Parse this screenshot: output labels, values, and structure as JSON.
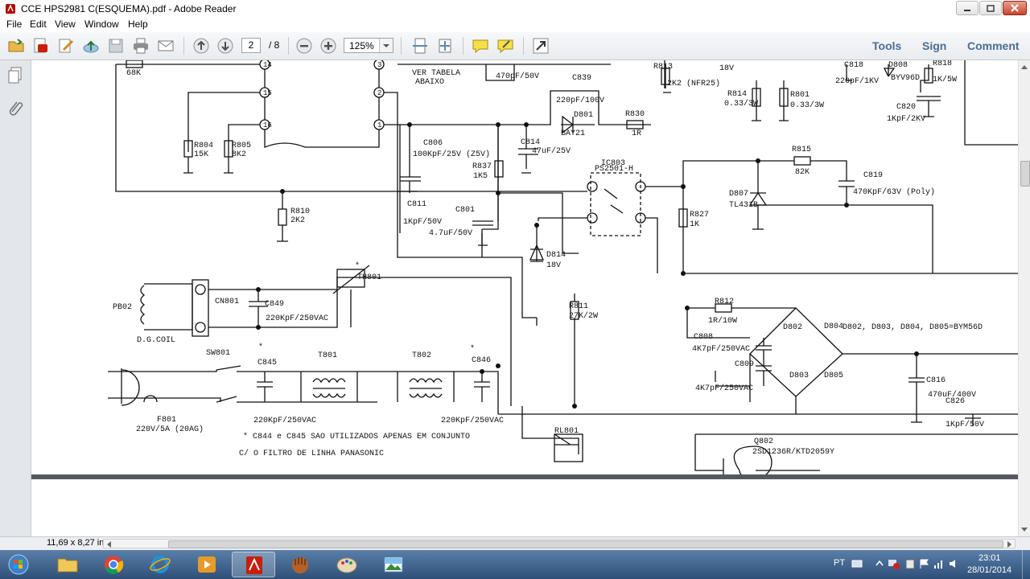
{
  "window": {
    "title": "CCE HPS2981 C(ESQUEMA).pdf - Adobe Reader"
  },
  "menu": [
    "File",
    "Edit",
    "View",
    "Window",
    "Help"
  ],
  "toolbar": {
    "page_current": "2",
    "page_total": "/ 8",
    "zoom": "125%"
  },
  "right_links": {
    "tools": "Tools",
    "sign": "Sign",
    "comment": "Comment"
  },
  "status": {
    "page_size": "11,69 x 8,27 in"
  },
  "tray": {
    "lang": "PT",
    "time": "23:01",
    "date": "28/01/2014"
  },
  "schematic": {
    "labels": [
      {
        "t": "68K"
      },
      {
        "t": "VER TABELA"
      },
      {
        "t": "ABAIXO"
      },
      {
        "t": "470pF/50V"
      },
      {
        "t": "R813"
      },
      {
        "t": "2K2 (NFR25)"
      },
      {
        "t": "18V"
      },
      {
        "t": "C818"
      },
      {
        "t": "220pF/1KV"
      },
      {
        "t": "D808"
      },
      {
        "t": "BYV96D"
      },
      {
        "t": "R818"
      },
      {
        "t": "1K/5W"
      },
      {
        "t": "C820"
      },
      {
        "t": "1KpF/2KV"
      },
      {
        "t": "C839"
      },
      {
        "t": "220pF/100V"
      },
      {
        "t": "D801"
      },
      {
        "t": "BAY21"
      },
      {
        "t": "R830"
      },
      {
        "t": "1R"
      },
      {
        "t": "R814"
      },
      {
        "t": "0.33/3W"
      },
      {
        "t": "R801"
      },
      {
        "t": "0.33/3W"
      },
      {
        "t": "R804"
      },
      {
        "t": "15K"
      },
      {
        "t": "R805"
      },
      {
        "t": "8K2"
      },
      {
        "t": "C806"
      },
      {
        "t": "100KpF/25V (Z5V)"
      },
      {
        "t": "C814"
      },
      {
        "t": "47uF/25V"
      },
      {
        "t": "R837"
      },
      {
        "t": "1K5"
      },
      {
        "t": "IC803"
      },
      {
        "t": "PS2501-H"
      },
      {
        "t": "R815"
      },
      {
        "t": "82K"
      },
      {
        "t": "C819"
      },
      {
        "t": "470KpF/63V (Poly)"
      },
      {
        "t": "D807"
      },
      {
        "t": "TL431B"
      },
      {
        "t": "R810"
      },
      {
        "t": "2K2"
      },
      {
        "t": "C811"
      },
      {
        "t": "1KpF/50V"
      },
      {
        "t": "C801"
      },
      {
        "t": "4.7uF/50V"
      },
      {
        "t": "R827"
      },
      {
        "t": "1K"
      },
      {
        "t": "D814"
      },
      {
        "t": "18V"
      },
      {
        "t": "TH801"
      },
      {
        "t": "PB02"
      },
      {
        "t": "CN801"
      },
      {
        "t": "C849"
      },
      {
        "t": "220KpF/250VAC"
      },
      {
        "t": "D.G.COIL"
      },
      {
        "t": "R811"
      },
      {
        "t": "27K/2W"
      },
      {
        "t": "R812"
      },
      {
        "t": "1R/10W"
      },
      {
        "t": "D802, D803, D804, D805=BYM56D"
      },
      {
        "t": "C808"
      },
      {
        "t": "4K7pF/250VAC"
      },
      {
        "t": "C809"
      },
      {
        "t": "4K7pF/250VAC"
      },
      {
        "t": "SW801"
      },
      {
        "t": "C845"
      },
      {
        "t": "T801"
      },
      {
        "t": "T802"
      },
      {
        "t": "C846"
      },
      {
        "t": "C816"
      },
      {
        "t": "470uF/400V"
      },
      {
        "t": "C826"
      },
      {
        "t": "1KpF/50V"
      },
      {
        "t": "F801"
      },
      {
        "t": "220V/5A (20AG)"
      },
      {
        "t": "220KpF/250VAC"
      },
      {
        "t": "220KpF/250VAC"
      },
      {
        "t": "* C844 e C845 SAO UTILIZADOS APENAS EM CONJUNTO"
      },
      {
        "t": "C/ O FILTRO DE LINHA PANASONIC"
      },
      {
        "t": "RL801"
      },
      {
        "t": "Q802"
      },
      {
        "t": "2SD1236R/KTD2059Y"
      },
      {
        "t": "D802"
      },
      {
        "t": "D804"
      },
      {
        "t": "D803"
      },
      {
        "t": "D805"
      },
      {
        "t": "14"
      },
      {
        "t": "15"
      },
      {
        "t": "16"
      },
      {
        "t": "3"
      },
      {
        "t": "2"
      },
      {
        "t": "1"
      },
      {
        "t": "*"
      },
      {
        "t": "*"
      },
      {
        "t": "*"
      }
    ]
  }
}
